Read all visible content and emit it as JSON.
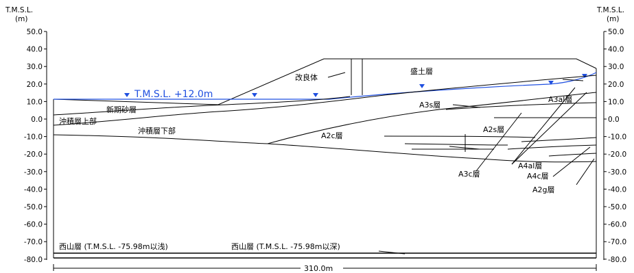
{
  "axis": {
    "title": "T.M.S.L.",
    "unit": "(m)",
    "ticks": [
      "50.0",
      "40.0",
      "30.0",
      "20.0",
      "10.0",
      "0.0",
      "-10.0",
      "-20.0",
      "-30.0",
      "-40.0",
      "-50.0",
      "-60.0",
      "-70.0",
      "-80.0"
    ]
  },
  "water_level_label": "T.M.S.L. +12.0m",
  "layers": {
    "kairyotai": "改良体",
    "morido": "盛土層",
    "shinko_sand": "新期砂層",
    "chusekiso_upper": "沖積層上部",
    "chusekiso_lower": "沖積層下部",
    "a3s": "A3s層",
    "a3al": "A3al層",
    "a2s": "A2s層",
    "a2c": "A2c層",
    "a3c": "A3c層",
    "a4al": "A4al層",
    "a4c": "A4c層",
    "a2g": "A2g層",
    "nishiyama_left": "西山層 (T.M.S.L. -75.98m以浅)",
    "nishiyama_right": "西山層 (T.M.S.L. -75.98m以深)"
  },
  "width_label": "310.0m",
  "colors": {
    "water": "#1f4fe0",
    "line": "#000000"
  }
}
